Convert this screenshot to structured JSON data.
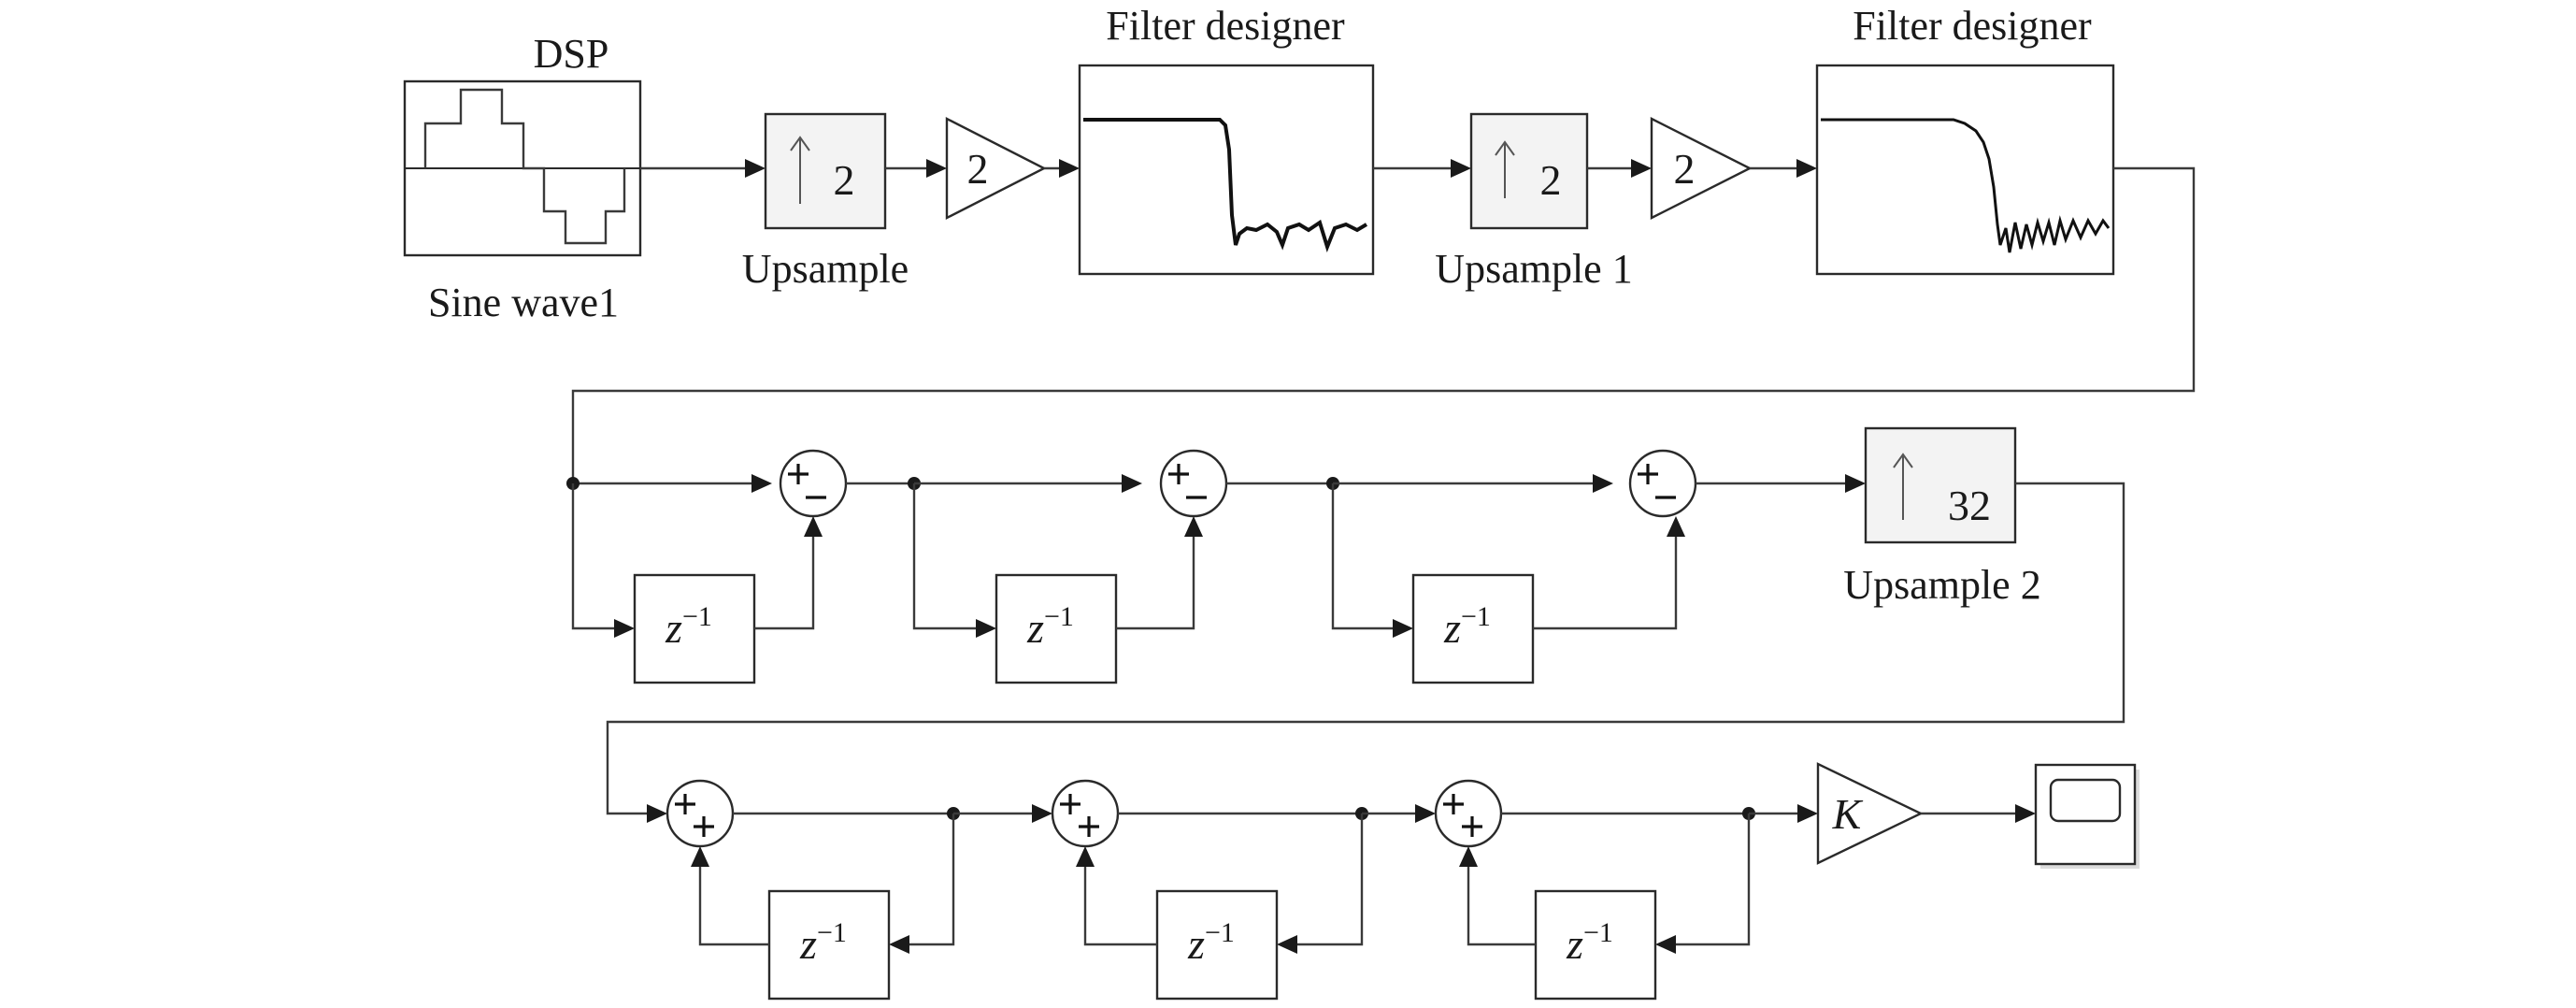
{
  "blocks": {
    "dsp_label": "DSP",
    "sine_label": "Sine wave1",
    "upsample1_factor": "2",
    "upsample1_label": "Upsample",
    "gain1": "2",
    "filter1_label": "Filter designer",
    "upsample2_factor": "2",
    "upsample2_label": "Upsample 1",
    "gain2": "2",
    "filter2_label": "Filter designer",
    "upsample3_factor": "32",
    "upsample3_label": "Upsample 2",
    "delay_z": "z",
    "delay_exp": "−1",
    "gain_k": "K"
  },
  "colors": {
    "line": "#2a2a2a",
    "text": "#1a1a1a",
    "background": "#ffffff"
  }
}
